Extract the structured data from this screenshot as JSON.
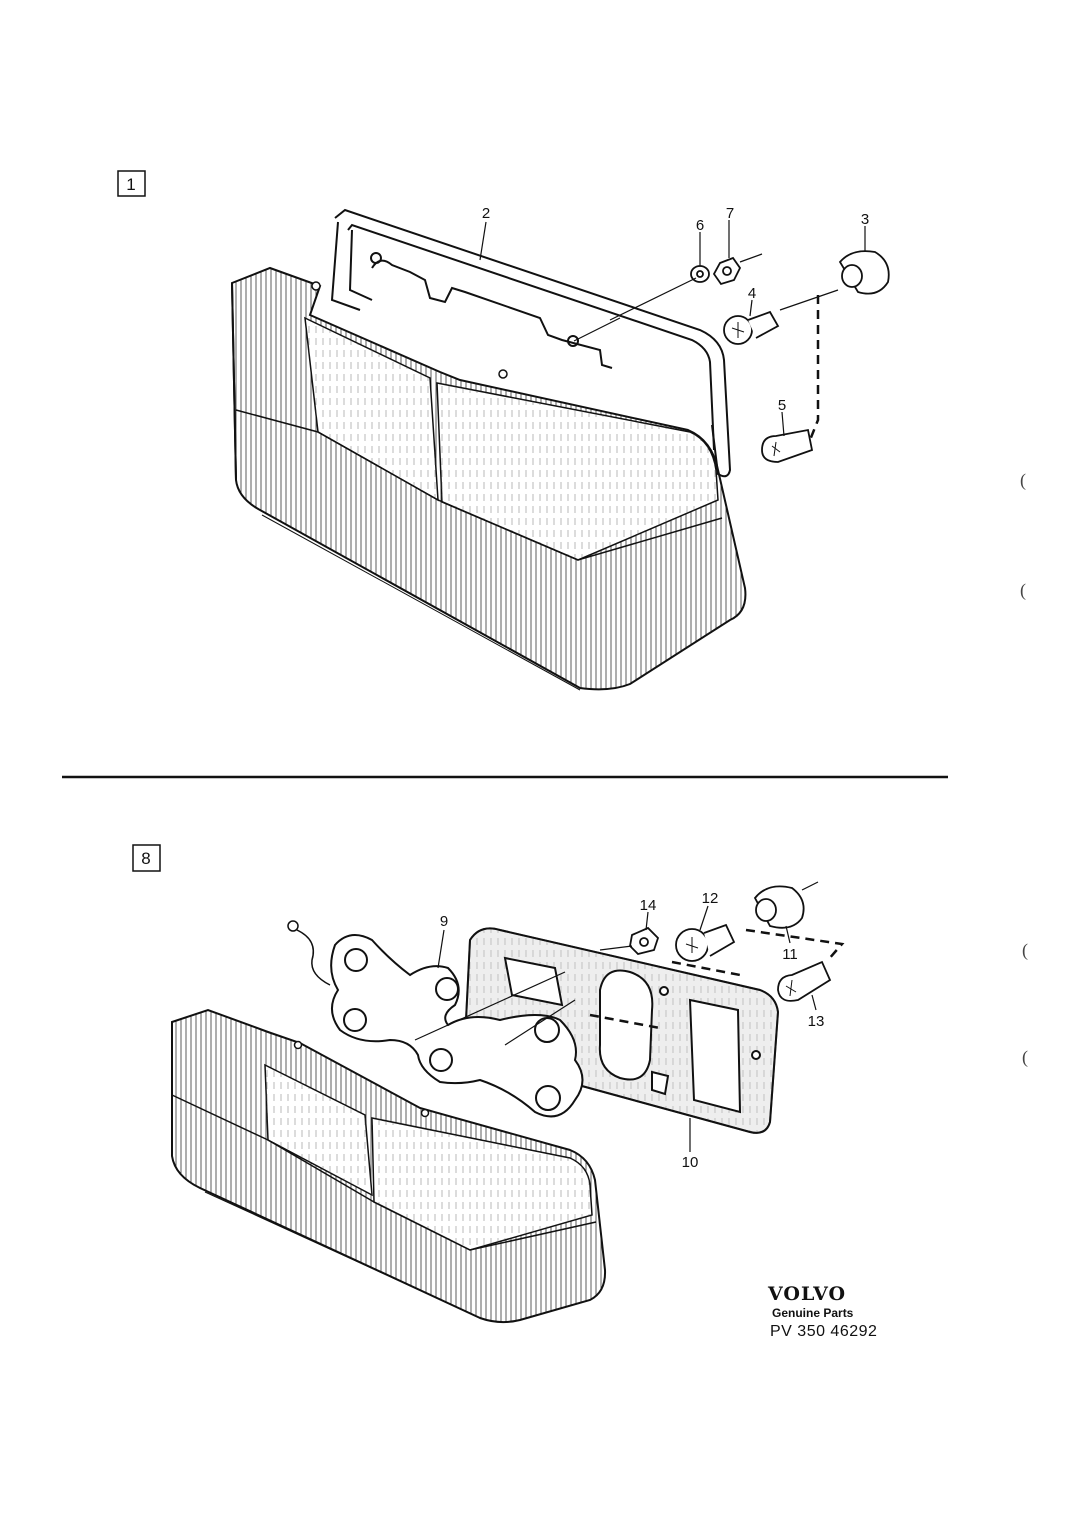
{
  "sections": [
    {
      "number": "1"
    },
    {
      "number": "8"
    }
  ],
  "callouts": [
    "1",
    "2",
    "3",
    "4",
    "5",
    "6",
    "7",
    "8",
    "9",
    "10",
    "11",
    "12",
    "13",
    "14"
  ],
  "brand": {
    "logo": "VOLVO",
    "subtitle": "Genuine Parts",
    "code": "PV 350 46292"
  },
  "margin_marks": [
    "(",
    "(",
    "(",
    "("
  ],
  "colors": {
    "ink": "#111111",
    "paper": "#ffffff"
  }
}
